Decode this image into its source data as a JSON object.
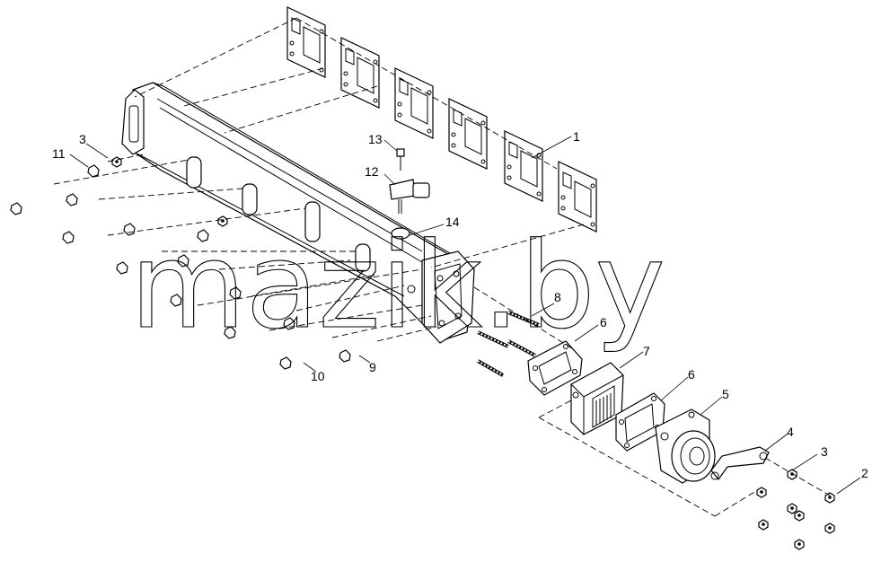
{
  "diagram": {
    "watermark": "mazik.by",
    "callouts": [
      {
        "id": "c1",
        "label": "1"
      },
      {
        "id": "c2",
        "label": "2"
      },
      {
        "id": "c3a",
        "label": "3"
      },
      {
        "id": "c3b",
        "label": "3"
      },
      {
        "id": "c4",
        "label": "4"
      },
      {
        "id": "c5",
        "label": "5"
      },
      {
        "id": "c6a",
        "label": "6"
      },
      {
        "id": "c6b",
        "label": "6"
      },
      {
        "id": "c7",
        "label": "7"
      },
      {
        "id": "c8",
        "label": "8"
      },
      {
        "id": "c9",
        "label": "9"
      },
      {
        "id": "c10",
        "label": "10"
      },
      {
        "id": "c11",
        "label": "11"
      },
      {
        "id": "c12",
        "label": "12"
      },
      {
        "id": "c13",
        "label": "13"
      },
      {
        "id": "c14",
        "label": "14"
      }
    ]
  }
}
